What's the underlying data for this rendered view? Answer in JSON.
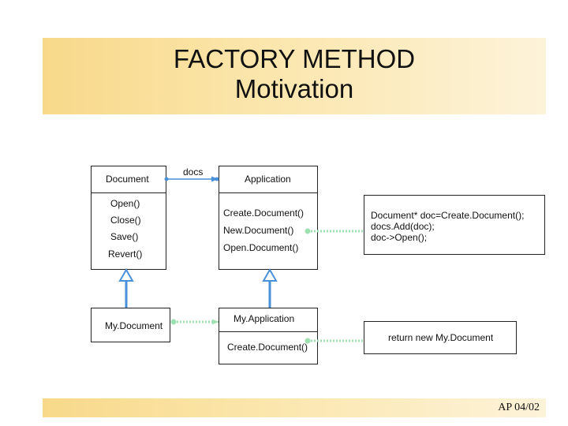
{
  "title": {
    "line1": "FACTORY METHOD",
    "line2": "Motivation"
  },
  "document_class": {
    "name": "Document",
    "methods": [
      "Open()",
      "Close()",
      "Save()",
      "Revert()"
    ]
  },
  "association": {
    "label": "docs"
  },
  "application_class": {
    "name": "Application",
    "methods": [
      "Create.Document()",
      "New.Document()",
      "Open.Document()"
    ]
  },
  "note_new_document": {
    "lines": [
      "Document* doc=Create.Document();",
      "docs.Add(doc);",
      "doc->Open();"
    ]
  },
  "my_document_class": {
    "name": "My.Document"
  },
  "my_application_class": {
    "name": "My.Application",
    "methods": [
      "Create.Document()"
    ]
  },
  "note_create_document": {
    "text": "return new My.Document"
  },
  "footer": {
    "text": "AP 04/02"
  },
  "colors": {
    "connector": "#4a90d9",
    "dotted": "#9fe0b0",
    "band": "#f8d98a"
  }
}
